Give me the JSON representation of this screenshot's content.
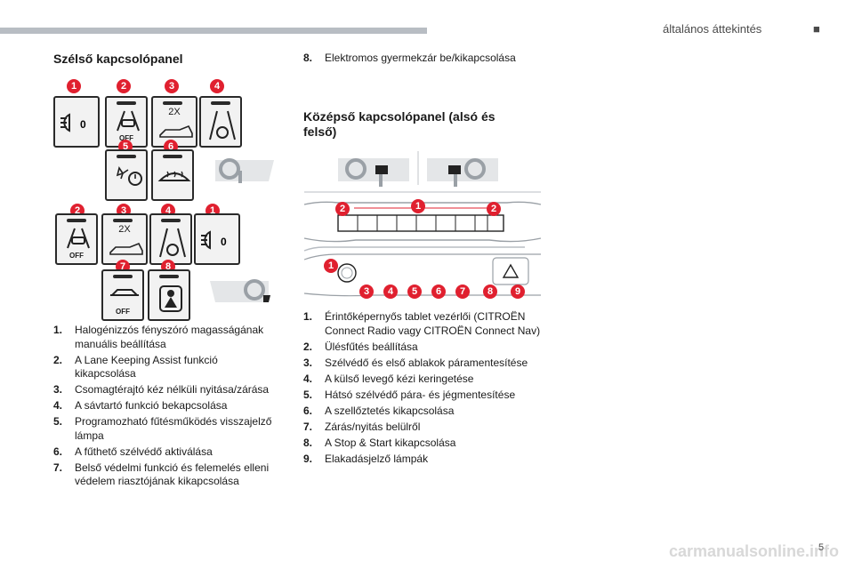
{
  "header": {
    "title": "általános áttekintés",
    "dot": "■"
  },
  "footer": {
    "page": "5",
    "watermark": "carmanualsonline.info"
  },
  "left": {
    "title": "Szélső kapcsolópanel",
    "items": [
      {
        "num": "1.",
        "text": "Halogénizzós fényszóró magasságának manuális beállítása"
      },
      {
        "num": "2.",
        "text": "A Lane Keeping Assist funkció kikapcsolása"
      },
      {
        "num": "3.",
        "text": "Csomagtérajtó kéz nélküli nyitása/zárása"
      },
      {
        "num": "4.",
        "text": "A sávtartó funkció bekapcsolása"
      },
      {
        "num": "5.",
        "text": "Programozható fűtésműködés visszajelző lámpa"
      },
      {
        "num": "6.",
        "text": "A fűthető szélvédő aktiválása"
      },
      {
        "num": "7.",
        "text": "Belső védelmi funkció és felemelés elleni védelem riasztójának kikapcsolása"
      }
    ],
    "labels": {
      "off": "OFF",
      "twox": "2X"
    },
    "badges": [
      "1",
      "2",
      "3",
      "4",
      "5",
      "6",
      "2",
      "3",
      "4",
      "1",
      "7",
      "8"
    ]
  },
  "right": {
    "item8": {
      "num": "8.",
      "text": "Elektromos gyermekzár be/kikapcsolása"
    },
    "title": "Középső kapcsolópanel (alsó és felső)",
    "items": [
      {
        "num": "1.",
        "text": "Érintőképernyős tablet vezérlői (CITROËN Connect Radio vagy CITROËN Connect Nav)"
      },
      {
        "num": "2.",
        "text": "Ülésfűtés beállítása"
      },
      {
        "num": "3.",
        "text": "Szélvédő és első ablakok páramentesítése"
      },
      {
        "num": "4.",
        "text": "A külső levegő kézi keringetése"
      },
      {
        "num": "5.",
        "text": "Hátsó szélvédő pára- és jégmentesítése"
      },
      {
        "num": "6.",
        "text": "A szellőztetés kikapcsolása"
      },
      {
        "num": "7.",
        "text": "Zárás/nyitás belülről"
      },
      {
        "num": "8.",
        "text": "A Stop & Start kikapcsolása"
      },
      {
        "num": "9.",
        "text": "Elakadásjelző lámpák"
      }
    ],
    "badges_top": [
      "2",
      "1",
      "2"
    ],
    "badges_bottom": [
      "1",
      "3",
      "4",
      "5",
      "6",
      "7",
      "8",
      "9"
    ]
  }
}
